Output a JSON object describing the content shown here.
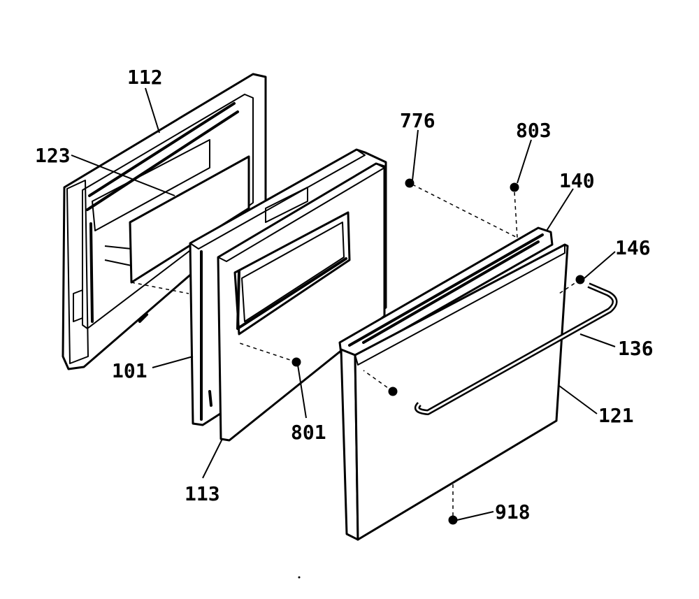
{
  "diagram": {
    "labels": {
      "p112": "112",
      "p123": "123",
      "p101": "101",
      "p113": "113",
      "p801": "801",
      "p776": "776",
      "p803": "803",
      "p140": "140",
      "p146": "146",
      "p136": "136",
      "p121": "121",
      "p918": "918"
    }
  }
}
